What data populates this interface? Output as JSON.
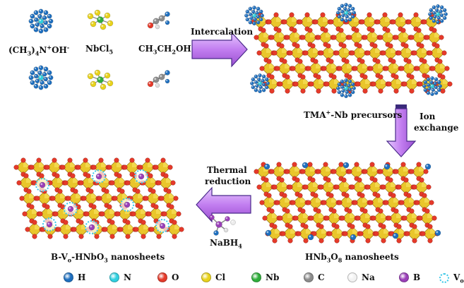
{
  "labels": {
    "tma": "(CH3)4N+OH-",
    "nbcl5": "NbCl5",
    "ethanol": "CH3CH2OH",
    "intercalation": "Intercalation",
    "tma_nb_precursors": "TMA+-Nb precursors",
    "ion": "Ion",
    "exchange": "exchange",
    "thermal": "Thermal",
    "reduction": "reduction",
    "nabh4": "NaBH4",
    "hnb3o8": "HNb3O8 nanosheets",
    "bvo": "B-Vo-HNbO3 nanosheets"
  },
  "legend": [
    {
      "label": "H",
      "color": "#1e6fbf",
      "icon": "h-atom-icon"
    },
    {
      "label": "N",
      "color": "#30d0e0",
      "icon": "n-atom-icon"
    },
    {
      "label": "O",
      "color": "#e53a2a",
      "icon": "o-atom-icon"
    },
    {
      "label": "Cl",
      "color": "#e8d21c",
      "icon": "cl-atom-icon"
    },
    {
      "label": "Nb",
      "color": "#2fae3b",
      "icon": "nb-atom-icon"
    },
    {
      "label": "C",
      "color": "#8c8c8c",
      "icon": "c-atom-icon"
    },
    {
      "label": "Na",
      "color": "#f2f2f2",
      "icon": "na-atom-icon"
    },
    {
      "label": "B",
      "color": "#9a3fb8",
      "icon": "b-atom-icon"
    },
    {
      "label": "Vo",
      "color": "#3cc8e8",
      "icon": "vacancy-icon"
    }
  ],
  "colors": {
    "octahedron": "#e8c320",
    "oxygen": "#e53a2a",
    "arrow": "#c890f0"
  }
}
